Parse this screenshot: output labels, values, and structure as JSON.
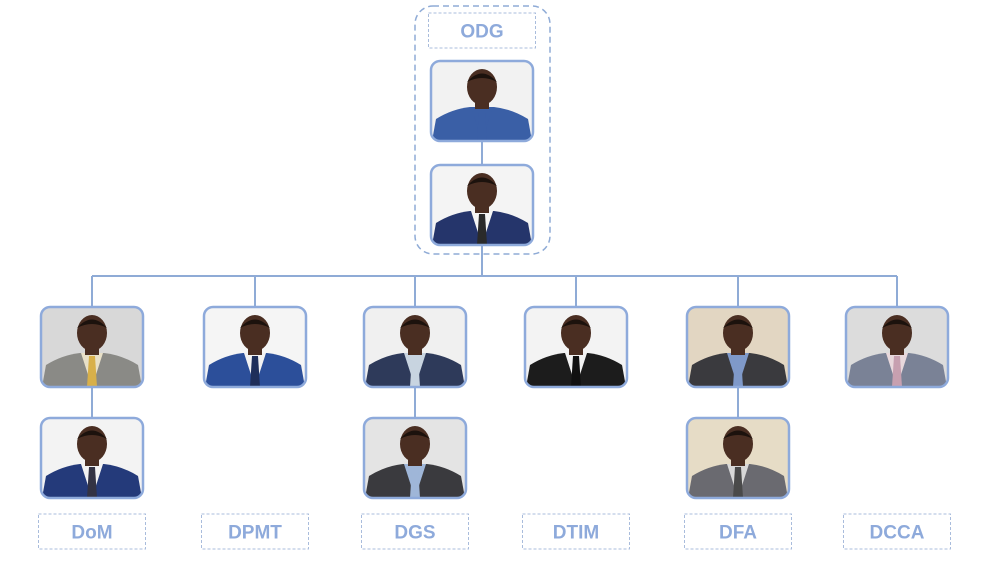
{
  "top_unit": {
    "label": "ODG",
    "people": [
      {
        "icon": "person-photo-icon",
        "suit": "#3a5fa6",
        "bg": "#f2f2f2",
        "shirt": "#3a5fa6",
        "tie": "#3a5fa6"
      },
      {
        "icon": "person-photo-icon",
        "suit": "#25356b",
        "bg": "#f4f4f4",
        "shirt": "#f5f5f5",
        "tie": "#2a2a2a"
      }
    ]
  },
  "units": [
    {
      "label": "DoM",
      "people": [
        {
          "icon": "person-photo-icon",
          "suit": "#8a8a86",
          "bg": "#d8d8d8",
          "shirt": "#e8e0c8",
          "tie": "#d8b04a"
        },
        {
          "icon": "person-photo-icon",
          "suit": "#243a7a",
          "bg": "#f3f3f3",
          "shirt": "#f2f2f2",
          "tie": "#333344"
        }
      ]
    },
    {
      "label": "DPMT",
      "people": [
        {
          "icon": "person-photo-icon",
          "suit": "#2c4f9a",
          "bg": "#f5f5f5",
          "shirt": "#f2f2f2",
          "tie": "#1f2f5a"
        }
      ]
    },
    {
      "label": "DGS",
      "people": [
        {
          "icon": "person-photo-icon",
          "suit": "#2e3a5a",
          "bg": "#f0f0f0",
          "shirt": "#c8d4e0",
          "tie": "#c8d4e0"
        },
        {
          "icon": "person-photo-icon",
          "suit": "#3a3a3e",
          "bg": "#e4e4e4",
          "shirt": "#9fb6d8",
          "tie": "#9fb6d8"
        }
      ]
    },
    {
      "label": "DTIM",
      "people": [
        {
          "icon": "person-photo-icon",
          "suit": "#1c1c1c",
          "bg": "#f3f3f3",
          "shirt": "#f2f2f2",
          "tie": "#111111"
        }
      ]
    },
    {
      "label": "DFA",
      "people": [
        {
          "icon": "person-photo-icon",
          "suit": "#3a3a3e",
          "bg": "#e2d6c2",
          "shirt": "#7f99c9",
          "tie": "#7f99c9"
        },
        {
          "icon": "person-photo-icon",
          "suit": "#6a6a70",
          "bg": "#e6dcc6",
          "shirt": "#d8d8d8",
          "tie": "#4a4a4a"
        }
      ]
    },
    {
      "label": "DCCA",
      "people": [
        {
          "icon": "person-photo-icon",
          "suit": "#7a8296",
          "bg": "#dcdcdc",
          "shirt": "#e8d8dc",
          "tie": "#c7a0b0"
        }
      ]
    }
  ]
}
